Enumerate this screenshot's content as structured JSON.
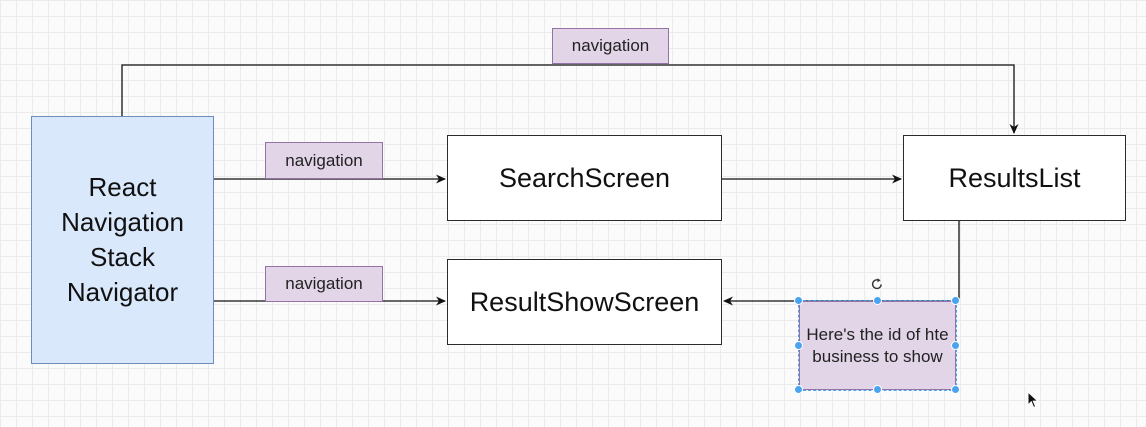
{
  "diagram": {
    "nodes": {
      "stack_navigator": "React Navigation Stack Navigator",
      "search_screen": "SearchScreen",
      "results_list": "ResultsList",
      "result_show_screen": "ResultShowScreen"
    },
    "edge_labels": {
      "top": "navigation",
      "to_search": "navigation",
      "to_show": "navigation"
    },
    "note": "Here's the id of hte business to show"
  },
  "colors": {
    "navigator_fill": "#dae8fc",
    "navigator_border": "#6c8ebf",
    "label_fill": "#e1d5e7",
    "label_border": "#9673a6",
    "selection": "#4aa3ef"
  },
  "icons": {
    "rotate": "rotate-handle-icon",
    "cursor": "mouse-pointer-icon"
  }
}
